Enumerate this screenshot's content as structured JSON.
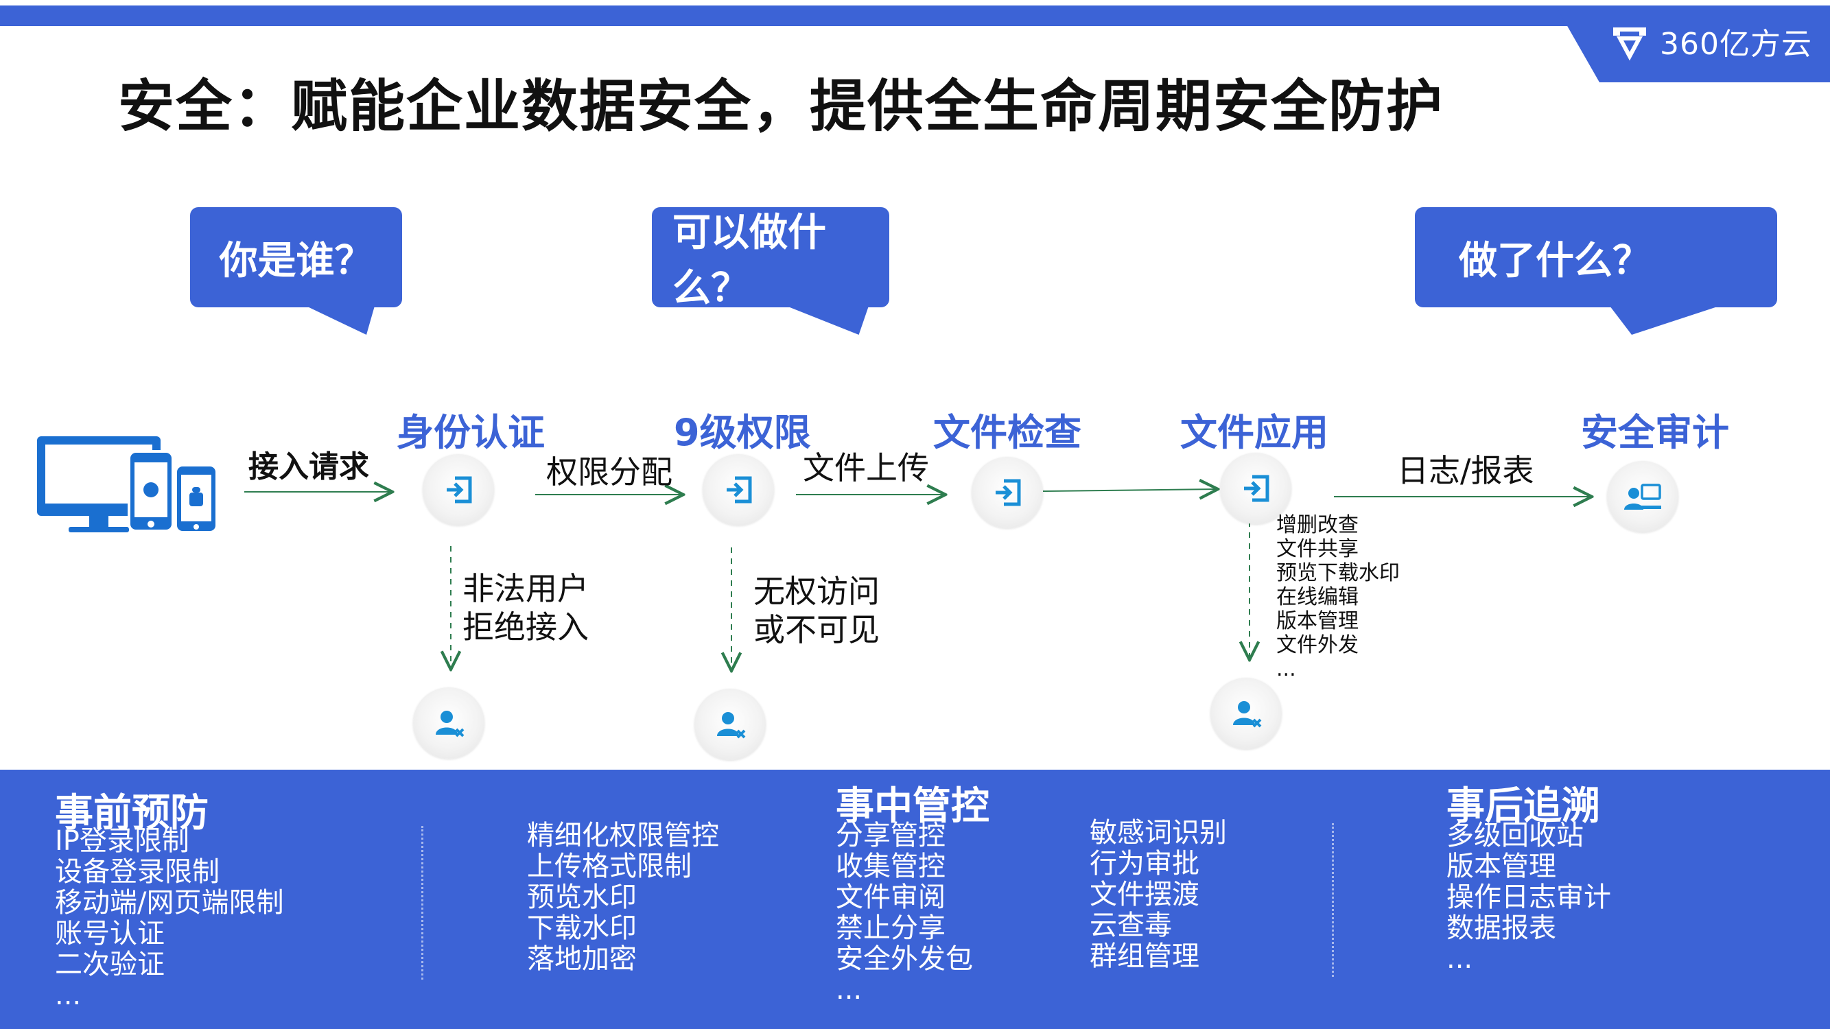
{
  "header": {
    "title": "安全：赋能企业数据安全，提供全生命周期安全防护",
    "brand": "360亿方云",
    "colors": {
      "accent": "#3c63d6",
      "arrow": "#2e7d4f",
      "icon_blue": "#1a8fd6"
    }
  },
  "questions": [
    {
      "label": "你是谁？"
    },
    {
      "label": "可以做什么？"
    },
    {
      "label": "做了什么？"
    }
  ],
  "stages": [
    {
      "label": "身份认证",
      "icon": "login-arrow-icon"
    },
    {
      "label": "9级权限",
      "icon": "login-arrow-icon"
    },
    {
      "label": "文件检查",
      "icon": "login-arrow-icon"
    },
    {
      "label": "文件应用",
      "icon": "login-arrow-icon"
    },
    {
      "label": "安全审计",
      "icon": "user-computer-icon"
    }
  ],
  "flow_labels": {
    "access_request": "接入请求",
    "permission_assign": "权限分配",
    "file_upload": "文件上传",
    "log_report": "日志/报表"
  },
  "rejections": [
    {
      "lines": [
        "非法用户",
        "拒绝接入"
      ],
      "icon": "user-blocked-icon"
    },
    {
      "lines": [
        "无权访问",
        "或不可见"
      ],
      "icon": "user-blocked-icon"
    },
    {
      "icon": "user-blocked-icon"
    }
  ],
  "file_app_ops": [
    "增删改查",
    "文件共享",
    "预览下载水印",
    "在线编辑",
    "版本管理",
    "文件外发",
    "..."
  ],
  "devices_icon": "devices-icon",
  "panel": {
    "pre": {
      "title": "事前预防",
      "col1": [
        "IP登录限制",
        "设备登录限制",
        "移动端/网页端限制",
        "账号认证",
        "二次验证",
        "..."
      ],
      "col2": [
        "精细化权限管控",
        "上传格式限制",
        "预览水印",
        "下载水印",
        "落地加密"
      ]
    },
    "mid": {
      "title": "事中管控",
      "col1": [
        "分享管控",
        "收集管控",
        "文件审阅",
        "禁止分享",
        "安全外发包",
        "..."
      ],
      "col2": [
        "敏感词识别",
        "行为审批",
        "文件摆渡",
        "云查毒",
        "群组管理"
      ]
    },
    "post": {
      "title": "事后追溯",
      "col1": [
        "多级回收站",
        "版本管理",
        "操作日志审计",
        "数据报表",
        "..."
      ]
    }
  }
}
